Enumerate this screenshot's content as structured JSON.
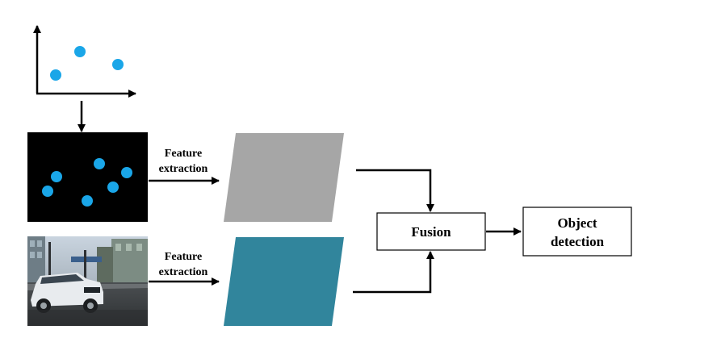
{
  "diagram": {
    "scatter_plot": {
      "icon": "scatter-plot-icon",
      "point_color": "#1aa6e8"
    },
    "point_projection": {
      "icon": "point-image-icon",
      "background_color": "#000000",
      "point_color": "#1aa6e8"
    },
    "camera_image": {
      "icon": "street-photo-car-icon"
    },
    "feature_extraction_top": {
      "line1": "Feature",
      "line2": "extraction"
    },
    "feature_extraction_bottom": {
      "line1": "Feature",
      "line2": "extraction"
    },
    "feature_map_top": {
      "color": "#a6a6a6"
    },
    "feature_map_bottom": {
      "color": "#31859c"
    },
    "fusion": {
      "label": "Fusion"
    },
    "object_detection": {
      "line1": "Object",
      "line2": "detection"
    }
  }
}
